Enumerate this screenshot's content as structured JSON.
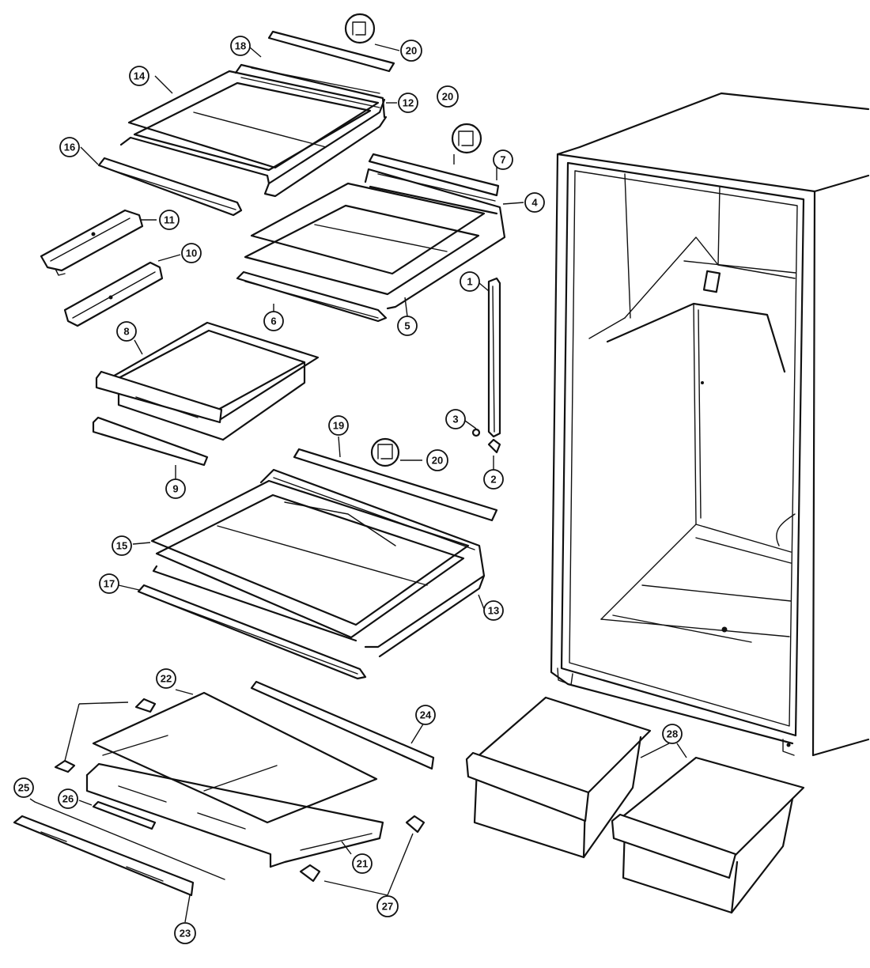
{
  "callouts": [
    {
      "id": "c1",
      "label": "1"
    },
    {
      "id": "c2",
      "label": "2"
    },
    {
      "id": "c3",
      "label": "3"
    },
    {
      "id": "c4",
      "label": "4"
    },
    {
      "id": "c5",
      "label": "5"
    },
    {
      "id": "c6",
      "label": "6"
    },
    {
      "id": "c7",
      "label": "7"
    },
    {
      "id": "c8",
      "label": "8"
    },
    {
      "id": "c9",
      "label": "9"
    },
    {
      "id": "c10",
      "label": "10"
    },
    {
      "id": "c11",
      "label": "11"
    },
    {
      "id": "c12",
      "label": "12"
    },
    {
      "id": "c13",
      "label": "13"
    },
    {
      "id": "c14",
      "label": "14"
    },
    {
      "id": "c15",
      "label": "15"
    },
    {
      "id": "c16",
      "label": "16"
    },
    {
      "id": "c17",
      "label": "17"
    },
    {
      "id": "c18",
      "label": "18"
    },
    {
      "id": "c19",
      "label": "19"
    },
    {
      "id": "c20a",
      "label": "20"
    },
    {
      "id": "c20b",
      "label": "20"
    },
    {
      "id": "c20c",
      "label": "20"
    },
    {
      "id": "c21",
      "label": "21"
    },
    {
      "id": "c22",
      "label": "22"
    },
    {
      "id": "c23",
      "label": "23"
    },
    {
      "id": "c24",
      "label": "24"
    },
    {
      "id": "c25",
      "label": "25"
    },
    {
      "id": "c26",
      "label": "26"
    },
    {
      "id": "c27",
      "label": "27"
    },
    {
      "id": "c28",
      "label": "28"
    }
  ]
}
